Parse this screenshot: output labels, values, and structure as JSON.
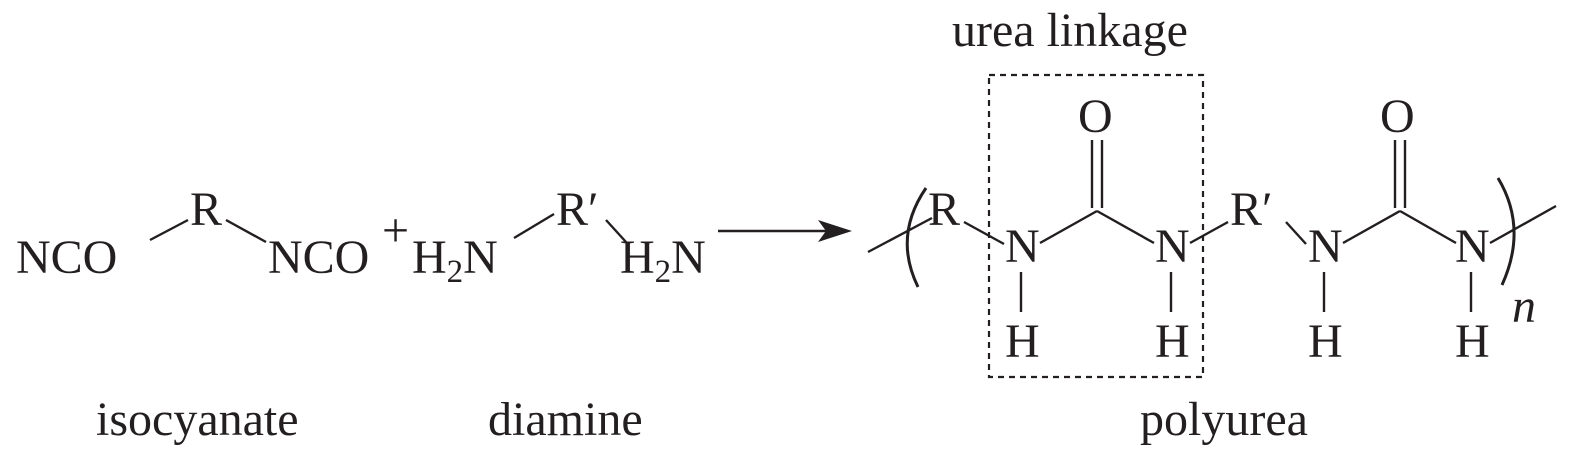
{
  "reactants": {
    "isocyanate": {
      "left_group": "NCO",
      "core": "R",
      "right_group": "NCO",
      "caption": "isocyanate"
    },
    "plus": "+",
    "diamine": {
      "left_group": "H",
      "left_group_sub": "2",
      "left_group_tail": "N",
      "core": "R′",
      "right_group": "H",
      "right_group_sub": "2",
      "right_group_tail": "N",
      "caption": "diamine"
    }
  },
  "product": {
    "core_left": "R",
    "core_middle": "R′",
    "nitrogen": "N",
    "hydrogen": "H",
    "oxygen": "O",
    "repeat_subscript": "n",
    "caption": "polyurea",
    "highlight_label": "urea linkage"
  },
  "colors": {
    "ink": "#231f20",
    "background": "#ffffff"
  }
}
